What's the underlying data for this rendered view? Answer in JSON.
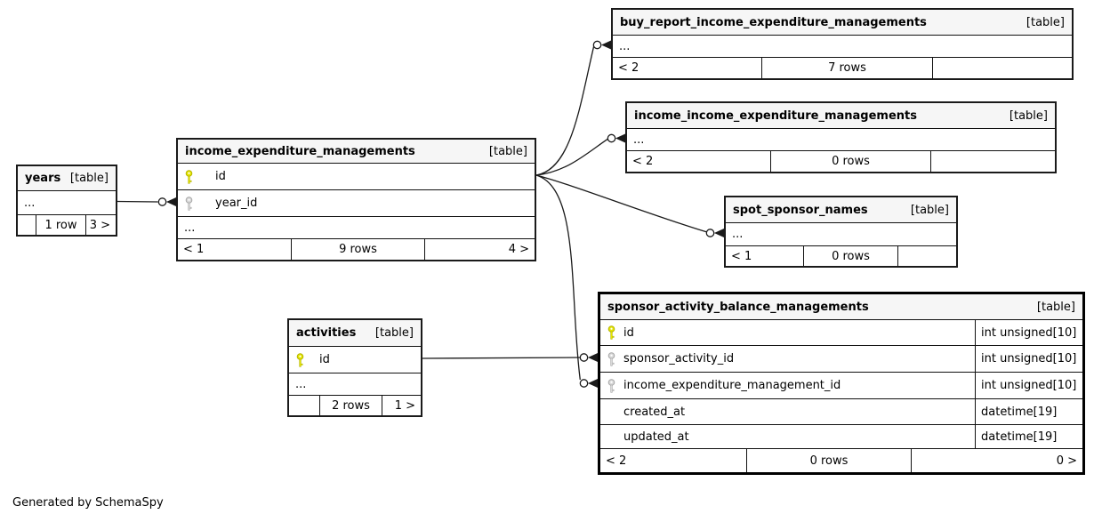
{
  "diagram": {
    "footer_note": "Generated by SchemaSpy",
    "colors": {
      "header_bg": "#f6f6f6",
      "border": "#1a1a1a",
      "emphasized_border": "#000000",
      "line": "#1a1a1a",
      "primary_key": "#e6e600",
      "primary_key_stroke": "#b3b300",
      "foreign_key": "#d9d9d9",
      "foreign_key_stroke": "#a6a6a6"
    },
    "tables": [
      {
        "id": "years",
        "name": "years",
        "tag": "[table]",
        "emphasized": false,
        "rows": [
          {
            "label": "...",
            "key": null,
            "type": null
          }
        ],
        "footer": {
          "left": "",
          "center": "1 row",
          "right": "3 >"
        }
      },
      {
        "id": "income_expenditure_managements",
        "name": "income_expenditure_managements",
        "tag": "[table]",
        "emphasized": false,
        "rows": [
          {
            "label": "id",
            "key": "pk",
            "type": null
          },
          {
            "label": "year_id",
            "key": "fk",
            "type": null
          },
          {
            "label": "...",
            "key": null,
            "type": null
          }
        ],
        "footer": {
          "left": "< 1",
          "center": "9 rows",
          "right": "4 >"
        }
      },
      {
        "id": "buy_report_income_expenditure_managements",
        "name": "buy_report_income_expenditure_managements",
        "tag": "[table]",
        "emphasized": false,
        "rows": [
          {
            "label": "...",
            "key": null,
            "type": null
          }
        ],
        "footer": {
          "left": "< 2",
          "center": "7 rows",
          "right": ""
        }
      },
      {
        "id": "income_income_expenditure_managements",
        "name": "income_income_expenditure_managements",
        "tag": "[table]",
        "emphasized": false,
        "rows": [
          {
            "label": "...",
            "key": null,
            "type": null
          }
        ],
        "footer": {
          "left": "< 2",
          "center": "0 rows",
          "right": ""
        }
      },
      {
        "id": "spot_sponsor_names",
        "name": "spot_sponsor_names",
        "tag": "[table]",
        "emphasized": false,
        "rows": [
          {
            "label": "...",
            "key": null,
            "type": null
          }
        ],
        "footer": {
          "left": "< 1",
          "center": "0 rows",
          "right": ""
        }
      },
      {
        "id": "activities",
        "name": "activities",
        "tag": "[table]",
        "emphasized": false,
        "rows": [
          {
            "label": "id",
            "key": "pk",
            "type": null
          },
          {
            "label": "...",
            "key": null,
            "type": null
          }
        ],
        "footer": {
          "left": "",
          "center": "2 rows",
          "right": "1 >"
        }
      },
      {
        "id": "sponsor_activity_balance_managements",
        "name": "sponsor_activity_balance_managements",
        "tag": "[table]",
        "emphasized": true,
        "rows": [
          {
            "label": "id",
            "key": "pk",
            "type": "int unsigned[10]"
          },
          {
            "label": "sponsor_activity_id",
            "key": "fk",
            "type": "int unsigned[10]"
          },
          {
            "label": "income_expenditure_management_id",
            "key": "fk",
            "type": "int unsigned[10]"
          },
          {
            "label": "created_at",
            "key": null,
            "type": "datetime[19]"
          },
          {
            "label": "updated_at",
            "key": null,
            "type": "datetime[19]"
          }
        ],
        "footer": {
          "left": "< 2",
          "center": "0 rows",
          "right": "0 >"
        }
      }
    ],
    "relationships": [
      {
        "parent": "years",
        "parent_row": 0,
        "child": "income_expenditure_managements",
        "child_row": 1,
        "child_column": "year_id"
      },
      {
        "parent": "income_expenditure_managements",
        "parent_row": 0,
        "child": "buy_report_income_expenditure_managements",
        "child_row": 0,
        "child_column": "..."
      },
      {
        "parent": "income_expenditure_managements",
        "parent_row": 0,
        "child": "income_income_expenditure_managements",
        "child_row": 0,
        "child_column": "..."
      },
      {
        "parent": "income_expenditure_managements",
        "parent_row": 0,
        "child": "spot_sponsor_names",
        "child_row": 0,
        "child_column": "..."
      },
      {
        "parent": "income_expenditure_managements",
        "parent_row": 0,
        "child": "sponsor_activity_balance_managements",
        "child_row": 2,
        "child_column": "income_expenditure_management_id"
      },
      {
        "parent": "activities",
        "parent_row": 0,
        "child": "sponsor_activity_balance_managements",
        "child_row": 1,
        "child_column": "sponsor_activity_id"
      }
    ]
  }
}
